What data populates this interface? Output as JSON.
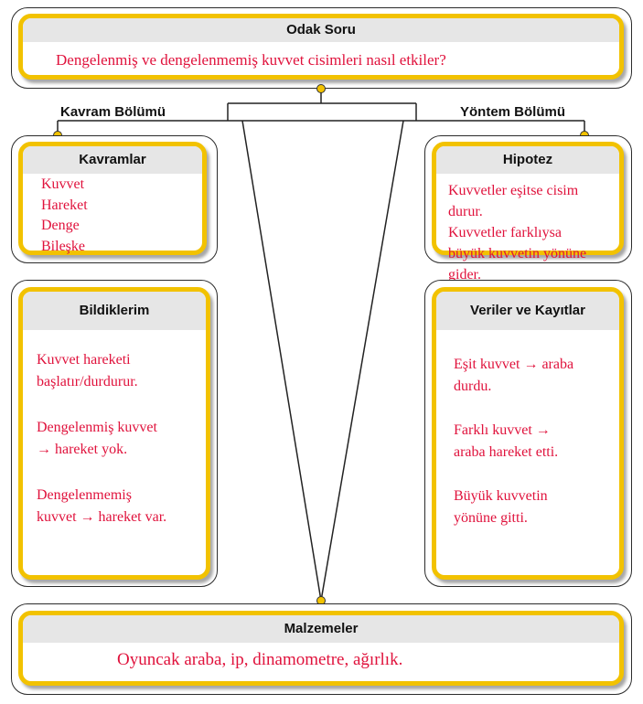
{
  "odak": {
    "title": "Odak Soru",
    "question": "Dengelenmiş ve dengelenmemiş kuvvet cisimleri nasıl etkiler?"
  },
  "left_label": "Kavram Bölümü",
  "right_label": "Yöntem Bölümü",
  "kavramlar": {
    "title": "Kavramlar",
    "items": [
      "Kuvvet",
      "Hareket",
      "Denge",
      "Bileşke"
    ]
  },
  "hipotez": {
    "title": "Hipotez",
    "lines": [
      "Kuvvetler eşitse cisim",
      "durur.",
      "Kuvvetler farklıysa",
      "büyük kuvvetin yönüne",
      "gider."
    ]
  },
  "bildiklerim": {
    "title": "Bildiklerim",
    "blocks": [
      [
        "Kuvvet hareketi",
        "başlatır/durdurur."
      ],
      [
        "Dengelenmiş kuvvet",
        "→ hareket yok."
      ],
      [
        "Dengelenmemiş",
        "kuvvet → hareket var."
      ]
    ]
  },
  "veriler": {
    "title": "Veriler ve Kayıtlar",
    "blocks": [
      [
        "Eşit kuvvet → araba",
        "durdu."
      ],
      [
        "Farklı kuvvet →",
        "araba hareket etti."
      ],
      [
        "Büyük kuvvetin",
        "yönüne gitti."
      ]
    ]
  },
  "malzemeler": {
    "title": "Malzemeler",
    "text": "Oyuncak araba, ip, dinamometre, ağırlık."
  },
  "colors": {
    "accent": "#f2c200",
    "text_red": "#e0123c",
    "header_gray": "#e6e6e6"
  }
}
